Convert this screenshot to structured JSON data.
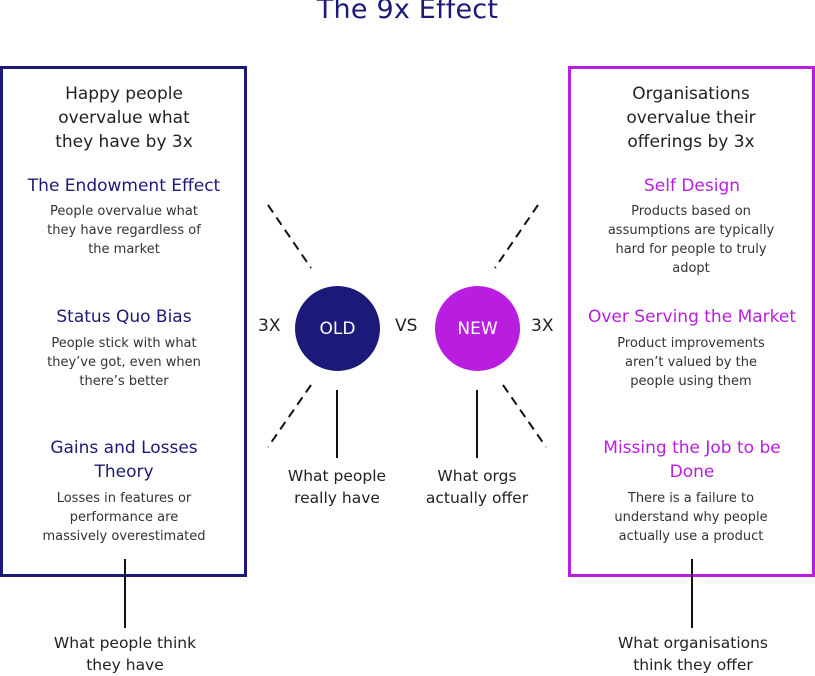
{
  "title": "The 9x Effect",
  "left": {
    "heading": "Happy people\novervalue what\nthey have by 3x",
    "items": [
      {
        "title": "The Endowment Effect",
        "desc": "People overvalue what\nthey have regardless of\nthe market"
      },
      {
        "title": "Status Quo Bias",
        "desc": "People stick with what\nthey’ve got, even when\nthere’s better"
      },
      {
        "title": "Gains and Losses\nTheory",
        "desc": "Losses in features or\nperformance are\nmassively overestimated"
      }
    ],
    "caption": "What people think\nthey have"
  },
  "right": {
    "heading": "Organisations\novervalue their\nofferings by 3x",
    "items": [
      {
        "title": "Self Design",
        "desc": "Products based on\nassumptions are typically\nhard for people to truly\nadopt"
      },
      {
        "title": "Over Serving the Market",
        "desc": "Product improvements\naren’t valued by the\npeople using them"
      },
      {
        "title": "Missing the Job to be\nDone",
        "desc": "There is a failure to\nunderstand why people\nactually use a product"
      }
    ],
    "caption": "What organisations\nthink they offer"
  },
  "center": {
    "old_label": "OLD",
    "new_label": "NEW",
    "vs_label": "VS",
    "left_multiplier": "3X",
    "right_multiplier": "3X",
    "old_caption": "What people\nreally have",
    "new_caption": "What orgs\nactually offer"
  },
  "colors": {
    "navy": "#1b1a78",
    "purple": "#b91de0"
  }
}
